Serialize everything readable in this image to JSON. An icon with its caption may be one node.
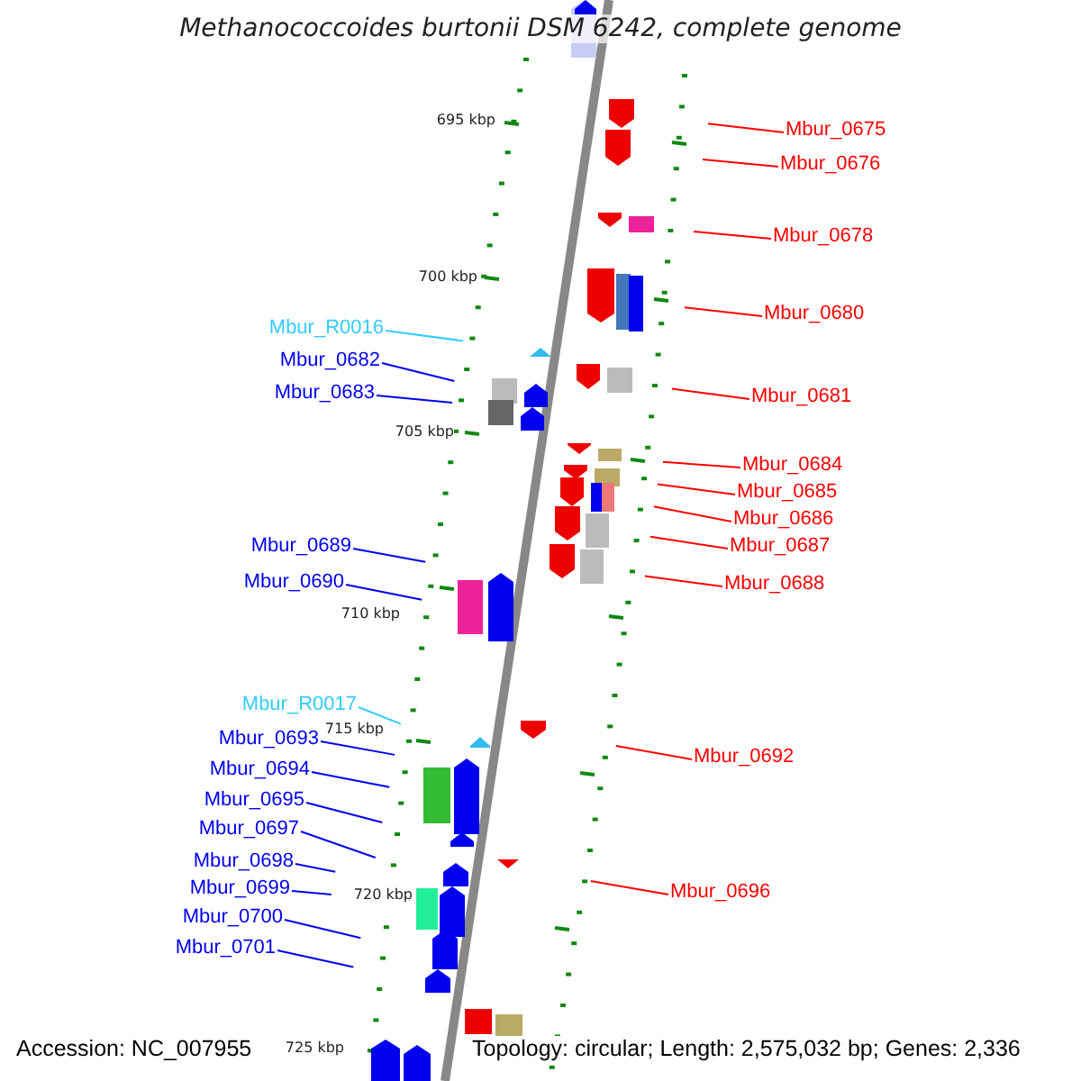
{
  "diagram": {
    "title": "Methanococcoides burtonii DSM 6242, complete genome",
    "nodes": [
      {
        "text": [
          "Mbur_0675"
        ]
      },
      {
        "text": [
          "Mbur_0676"
        ]
      },
      {
        "text": [
          "Mbur_0678"
        ]
      },
      {
        "text": [
          "Mbur_0680"
        ]
      },
      {
        "text": [
          "Mbur_R0016"
        ]
      },
      {
        "text": [
          "Mbur_0682"
        ]
      },
      {
        "text": [
          "Mbur_0681"
        ]
      },
      {
        "text": [
          "Mbur_0683"
        ]
      },
      {
        "text": [
          "Mbur_0684"
        ]
      },
      {
        "text": [
          "Mbur_0685"
        ]
      },
      {
        "text": [
          "Mbur_0686"
        ]
      },
      {
        "text": [
          "Mbur_0687"
        ]
      },
      {
        "text": [
          "Mbur_0689"
        ]
      },
      {
        "text": [
          "Mbur_0690"
        ]
      },
      {
        "text": [
          "Mbur_0688"
        ]
      },
      {
        "text": [
          "Mbur_R0017"
        ]
      },
      {
        "text": [
          "Mbur_0693"
        ]
      },
      {
        "text": [
          "Mbur_0692"
        ]
      },
      {
        "text": [
          "Mbur_0694"
        ]
      },
      {
        "text": [
          "Mbur_0695"
        ]
      },
      {
        "text": [
          "Mbur_0697"
        ]
      },
      {
        "text": [
          "Mbur_0698"
        ]
      },
      {
        "text": [
          "Mbur_0699"
        ]
      },
      {
        "text": [
          "Mbur_0696"
        ]
      },
      {
        "text": [
          "Mbur_0700"
        ]
      },
      {
        "text": [
          "Mbur_0701"
        ]
      }
    ],
    "edges": [
      {
        "from": 0,
        "to": null,
        "arrow": "none",
        "color": "#ff0000"
      },
      {
        "from": 1,
        "to": null,
        "arrow": "none",
        "color": "#ff0000"
      },
      {
        "from": 2,
        "to": null,
        "arrow": "none",
        "color": "#ff0000"
      },
      {
        "from": 3,
        "to": null,
        "arrow": "none",
        "color": "#ff0000"
      },
      {
        "from": 4,
        "to": null,
        "arrow": "none",
        "color": "#33ccff"
      },
      {
        "from": 5,
        "to": null,
        "arrow": "none",
        "color": "#0000ee"
      },
      {
        "from": 6,
        "to": null,
        "arrow": "none",
        "color": "#ff0000"
      },
      {
        "from": 7,
        "to": null,
        "arrow": "none",
        "color": "#0000ee"
      },
      {
        "from": 8,
        "to": null,
        "arrow": "none",
        "color": "#ff0000"
      },
      {
        "from": 9,
        "to": null,
        "arrow": "none",
        "color": "#ff0000"
      },
      {
        "from": 10,
        "to": null,
        "arrow": "none",
        "color": "#ff0000"
      },
      {
        "from": 11,
        "to": null,
        "arrow": "none",
        "color": "#ff0000"
      },
      {
        "from": 12,
        "to": null,
        "arrow": "none",
        "color": "#0000ee"
      },
      {
        "from": 13,
        "to": null,
        "arrow": "none",
        "color": "#0000ee"
      },
      {
        "from": 14,
        "to": null,
        "arrow": "none",
        "color": "#ff0000"
      },
      {
        "from": 15,
        "to": null,
        "arrow": "none",
        "color": "#33ccff"
      },
      {
        "from": 16,
        "to": null,
        "arrow": "none",
        "color": "#0000ee"
      },
      {
        "from": 17,
        "to": null,
        "arrow": "none",
        "color": "#ff0000"
      },
      {
        "from": 18,
        "to": null,
        "arrow": "none",
        "color": "#0000ee"
      },
      {
        "from": 19,
        "to": null,
        "arrow": "none",
        "color": "#0000ee"
      },
      {
        "from": 20,
        "to": null,
        "arrow": "none",
        "color": "#0000ee"
      },
      {
        "from": 21,
        "to": null,
        "arrow": "none",
        "color": "#0000ee"
      },
      {
        "from": 22,
        "to": null,
        "arrow": "none",
        "color": "#0000ee"
      },
      {
        "from": 23,
        "to": null,
        "arrow": "none",
        "color": "#ff0000"
      },
      {
        "from": 24,
        "to": null,
        "arrow": "none",
        "color": "#0000ee"
      },
      {
        "from": 25,
        "to": null,
        "arrow": "none",
        "color": "#0000ee"
      }
    ],
    "labels": [
      "695 kbp",
      "700 kbp",
      "705 kbp",
      "710 kbp",
      "715 kbp",
      "720 kbp",
      "725 kbp",
      "Accession: NC_007955",
      "Topology: circular; Length: 2,575,032 bp; Genes: 2,336"
    ]
  }
}
